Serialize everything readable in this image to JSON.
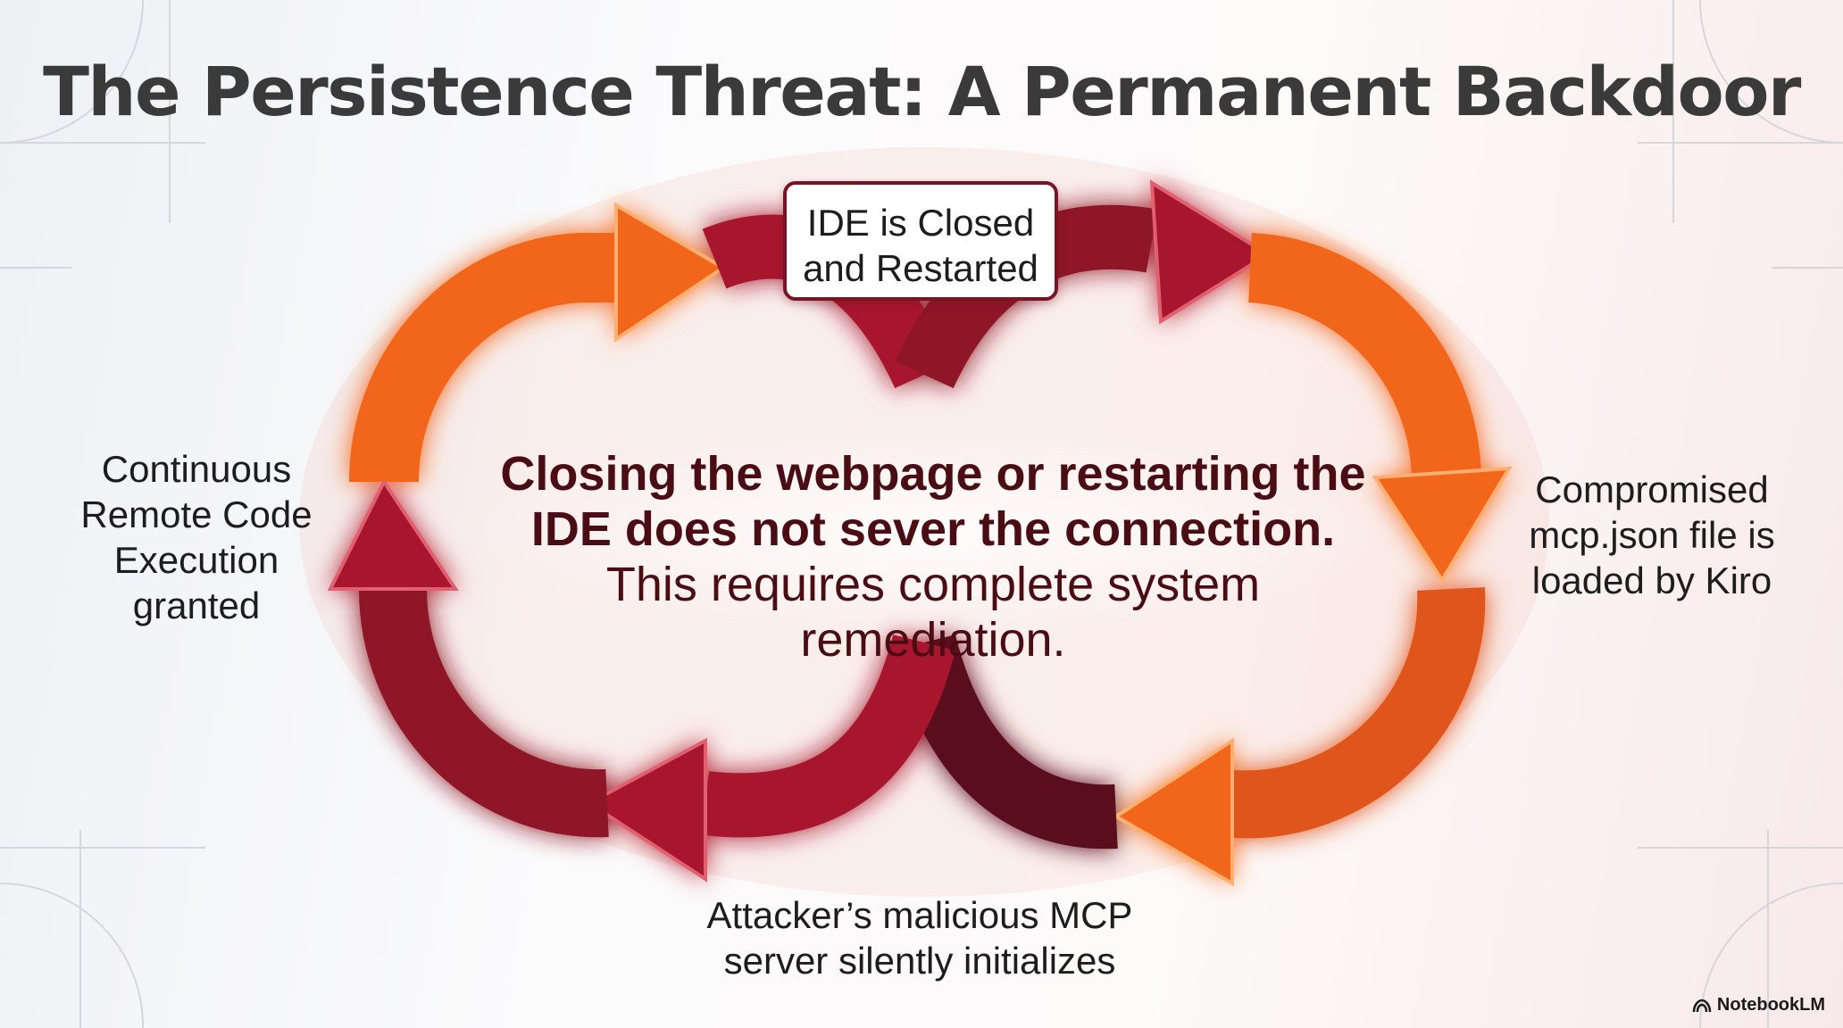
{
  "title": "The Persistence Threat: A Permanent Backdoor",
  "steps": {
    "top": [
      "IDE is Closed",
      "and Restarted"
    ],
    "right": [
      "Compromised",
      "mcp.json file is",
      "loaded by Kiro"
    ],
    "bottom": [
      "Attacker’s malicious MCP",
      "server silently initializes"
    ],
    "left": [
      "Continuous",
      "Remote Code",
      "Execution",
      "granted"
    ]
  },
  "center": {
    "bold_part": "Closing the webpage or restarting the IDE does not sever the connection.",
    "normal_part": " This requires complete system remediation."
  },
  "brand": {
    "label": "NotebookLM",
    "icon": "notebooklm-icon"
  },
  "colors": {
    "orange": "#f2661c",
    "crimson": "#a8172e",
    "dark_red": "#5a0c1a",
    "text_dark_red": "#4a0d14"
  }
}
